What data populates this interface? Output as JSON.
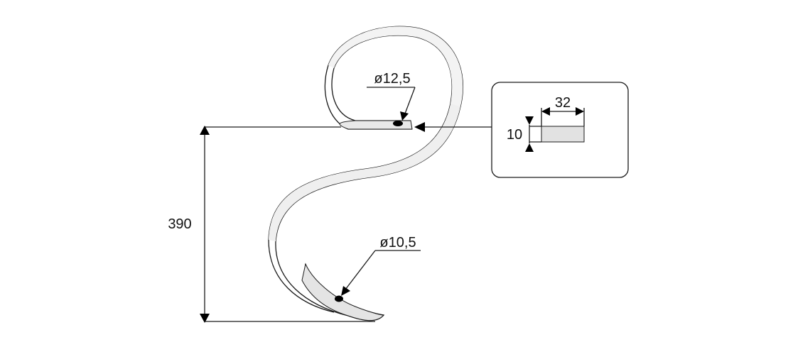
{
  "dimensions": {
    "height_label": "390",
    "top_hole_label": "ø12,5",
    "bottom_hole_label": "ø10,5",
    "section_width_label": "32",
    "section_thickness_label": "10"
  }
}
